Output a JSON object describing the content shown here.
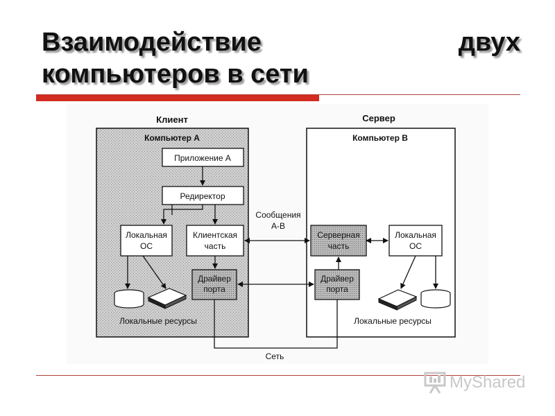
{
  "title": {
    "line1_word1": "Взаимодействие",
    "line1_word2": "двух",
    "line2": "компьютеров в сети"
  },
  "colors": {
    "accent_red": "#d22b1f",
    "shade": "#cfcfcf",
    "box_shade": "#b9b9b9"
  },
  "diagram": {
    "client_label": "Клиент",
    "server_label": "Сервер",
    "computer_a": "Компьютер A",
    "computer_b": "Компьютер B",
    "app_a": "Приложение A",
    "redirector": "Редиректор",
    "local_os_a": [
      "Локальная",
      "ОС"
    ],
    "client_part": [
      "Клиентская",
      "часть"
    ],
    "port_driver_a": [
      "Драйвер",
      "порта"
    ],
    "server_part": [
      "Серверная",
      "часть"
    ],
    "local_os_b": [
      "Локальная",
      "ОС"
    ],
    "port_driver_b": [
      "Драйвер",
      "порта"
    ],
    "messages": [
      "Сообщения",
      "A-B"
    ],
    "local_resources_a": "Локальные ресурсы",
    "local_resources_b": "Локальные ресурсы",
    "network": "Сеть"
  },
  "logo": {
    "text": "MyShared",
    "icon": "presentation-icon"
  }
}
